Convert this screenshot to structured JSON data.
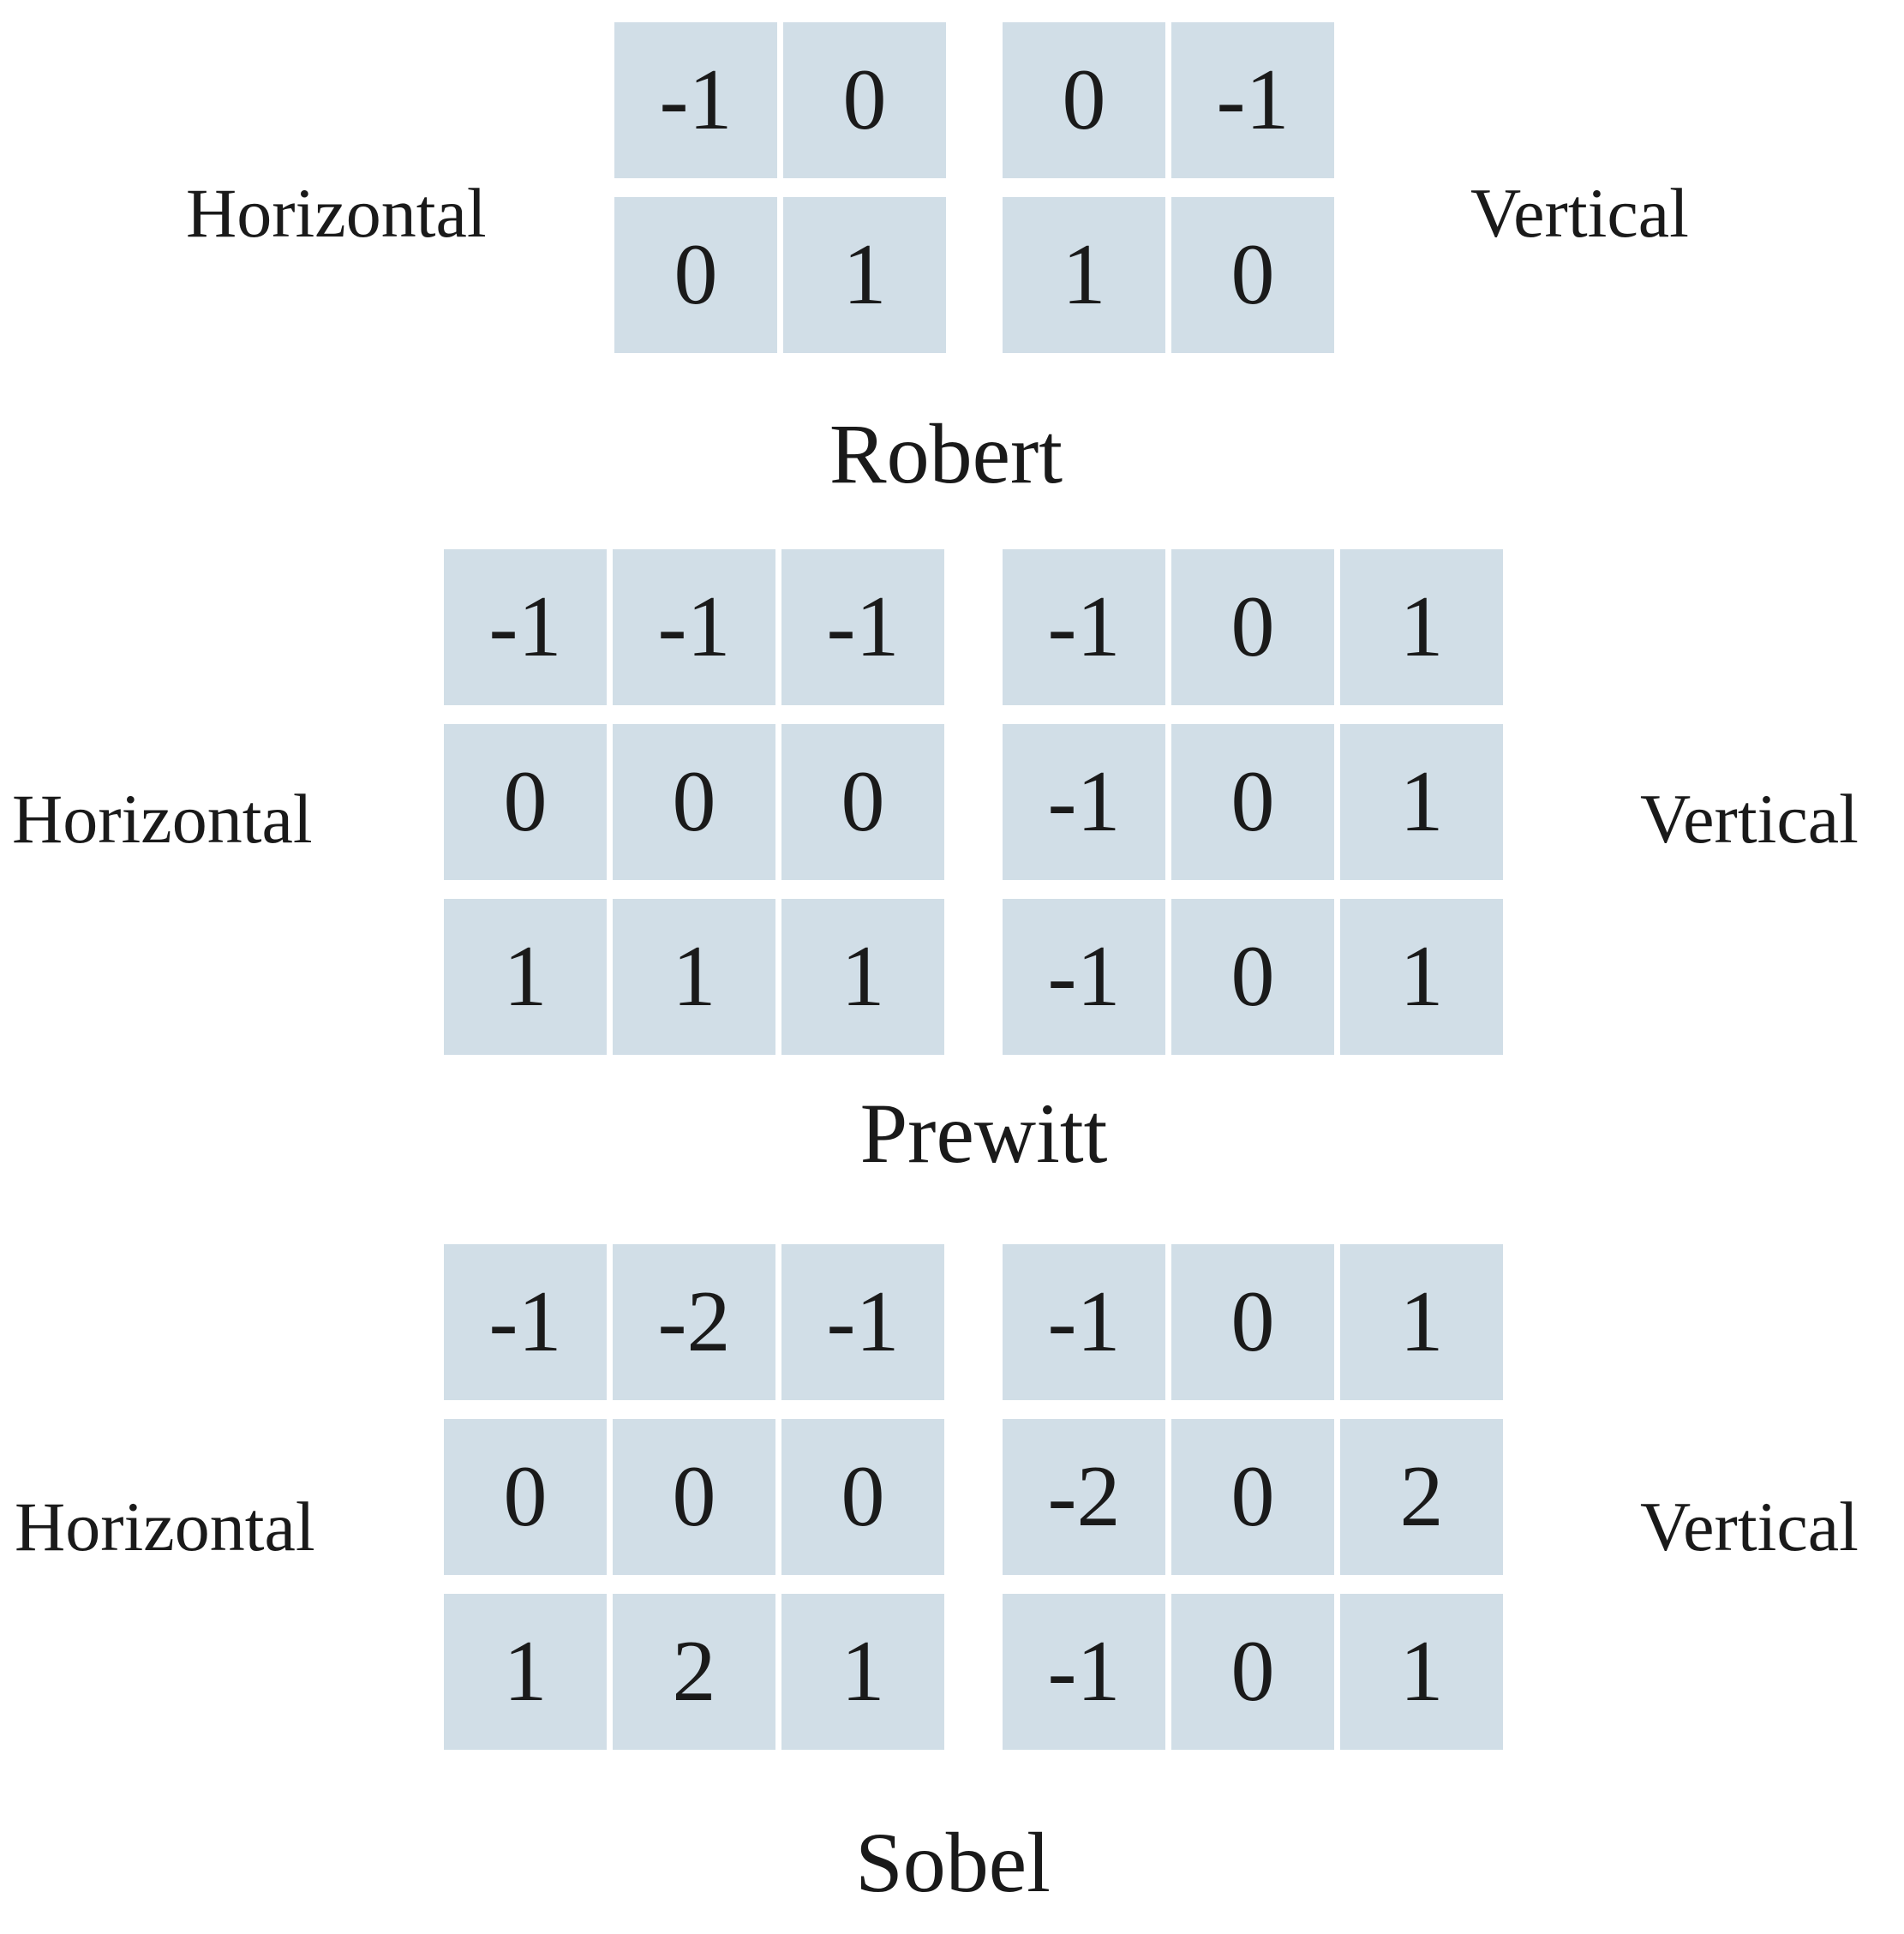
{
  "operators": [
    {
      "name": "Robert",
      "horizontal_label": "Horizontal",
      "vertical_label": "Vertical",
      "horizontal_kernel": [
        [
          "-1",
          "0"
        ],
        [
          "0",
          "1"
        ]
      ],
      "vertical_kernel": [
        [
          "0",
          "-1"
        ],
        [
          "1",
          "0"
        ]
      ]
    },
    {
      "name": "Prewitt",
      "horizontal_label": "Horizontal",
      "vertical_label": "Vertical",
      "horizontal_kernel": [
        [
          "-1",
          "-1",
          "-1"
        ],
        [
          "0",
          "0",
          "0"
        ],
        [
          "1",
          "1",
          "1"
        ]
      ],
      "vertical_kernel": [
        [
          "-1",
          "0",
          "1"
        ],
        [
          "-1",
          "0",
          "1"
        ],
        [
          "-1",
          "0",
          "1"
        ]
      ]
    },
    {
      "name": "Sobel",
      "horizontal_label": "Horizontal",
      "vertical_label": "Vertical",
      "horizontal_kernel": [
        [
          "-1",
          "-2",
          "-1"
        ],
        [
          "0",
          "0",
          "0"
        ],
        [
          "1",
          "2",
          "1"
        ]
      ],
      "vertical_kernel": [
        [
          "-1",
          "0",
          "1"
        ],
        [
          "-2",
          "0",
          "2"
        ],
        [
          "-1",
          "0",
          "1"
        ]
      ]
    }
  ],
  "colors": {
    "cell_background": "#d1dee7",
    "text": "#1a1a1a"
  }
}
